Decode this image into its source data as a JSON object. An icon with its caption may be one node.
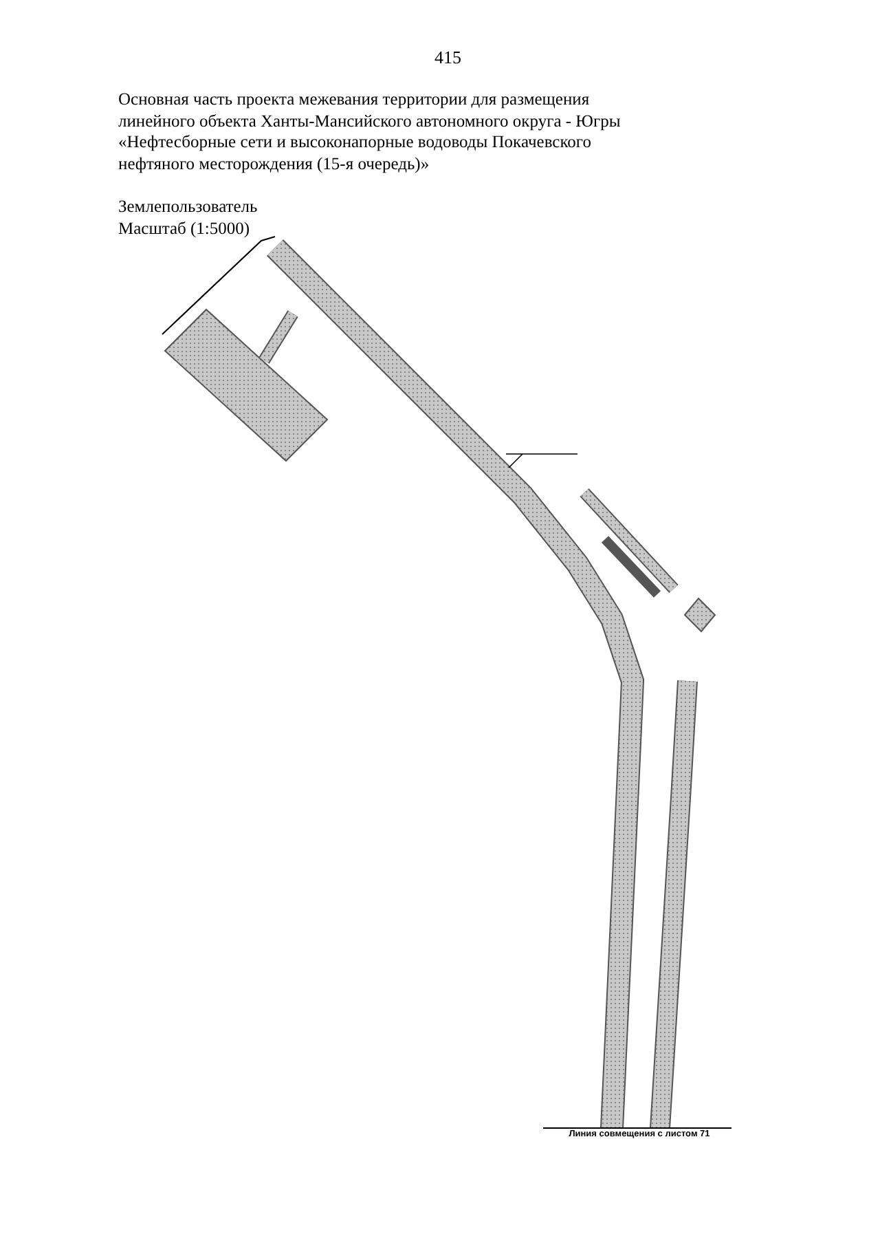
{
  "diagram": {
    "title": "Основная часть проекта межевания территории для размещения линейного объекта Ханты-Мансийского автономного округа - Югры «Нефтесборные сети и высоконапорные водоводы Покачевского нефтяного месторождения (15-я очередь)»",
    "labels": [
      "415",
      "Землепользователь",
      "Масштаб (1:5000)",
      "Линия совмещения с листом 71"
    ]
  }
}
